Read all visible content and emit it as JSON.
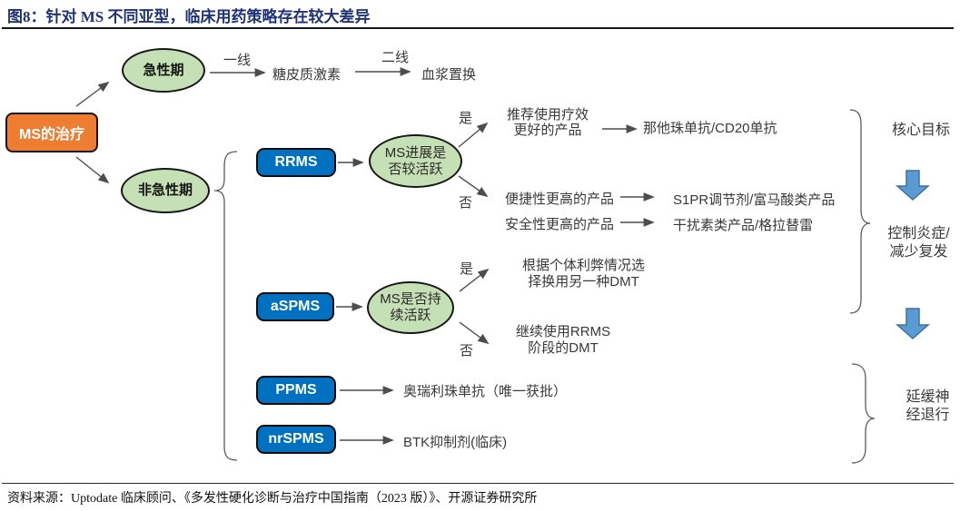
{
  "figure": {
    "title": "图8：针对 MS 不同亚型，临床用药策略存在较大差异",
    "source": "资料来源：Uptodate 临床顾问、《多发性硬化诊断与治疗中国指南（2023 版）》、开源证券研究所"
  },
  "root": {
    "label": "MS的治疗"
  },
  "acute": {
    "node": "急性期",
    "arrow1_label": "一线",
    "treatment1": "糖皮质激素",
    "arrow2_label": "二线",
    "treatment2": "血浆置换"
  },
  "non_acute": {
    "node": "非急性期",
    "rrms": {
      "label": "RRMS",
      "question_lines": [
        "MS进展是",
        "否较活跃"
      ],
      "yes_label": "是",
      "yes_strategy_lines": [
        "推荐使用疗效",
        "更好的产品"
      ],
      "yes_products": "那他珠单抗/CD20单抗",
      "no_label": "否",
      "no_strategy_convenience": "便捷性更高的产品",
      "no_products_convenience": "S1PR调节剂/富马酸类产品",
      "no_strategy_safety": "安全性更高的产品",
      "no_products_safety": "干扰素类产品/格拉替雷"
    },
    "aspms": {
      "label": "aSPMS",
      "question_lines": [
        "MS是否持",
        "续活跃"
      ],
      "yes_label": "是",
      "yes_strategy_lines": [
        "根据个体利弊情况选",
        "择换用另一种DMT"
      ],
      "no_label": "否",
      "no_strategy_lines": [
        "继续使用RRMS",
        "阶段的DMT"
      ]
    },
    "ppms": {
      "label": "PPMS",
      "treatment": "奥瑞利珠单抗（唯一获批）"
    },
    "nrspms": {
      "label": "nrSPMS",
      "treatment": "BTK抑制剂(临床)"
    }
  },
  "goals": {
    "core": "核心目标",
    "inflammation_lines": [
      "控制炎症/",
      "减少复发"
    ],
    "neuro_lines": [
      "延缓神",
      "经退行"
    ]
  },
  "colors": {
    "title_navy": "#1F3278",
    "root_orange": "#ED7D31",
    "node_green": "#C5E0B4",
    "subtype_blue": "#0070C0",
    "block_arrow_blue": "#5B9BD5",
    "line_gray": "#4d4d4d"
  }
}
